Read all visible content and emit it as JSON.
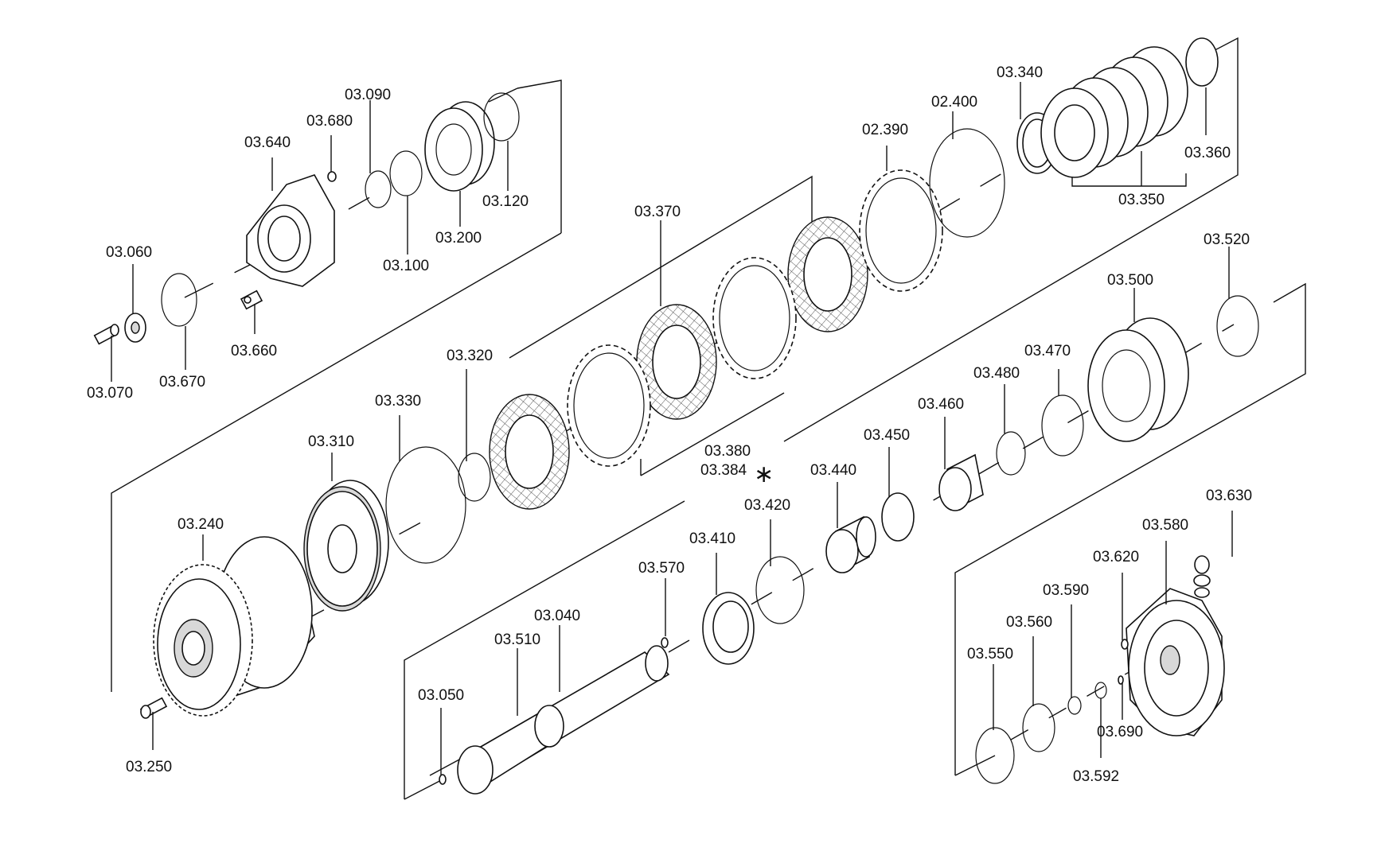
{
  "labels": {
    "l03060": "03.060",
    "l03070": "03.070",
    "l03670": "03.670",
    "l03640": "03.640",
    "l03660": "03.660",
    "l03680": "03.680",
    "l03090": "03.090",
    "l03100": "03.100",
    "l03200": "03.200",
    "l03120": "03.120",
    "l03370": "03.370",
    "l02390": "02.390",
    "l02400": "02.400",
    "l03340": "03.340",
    "l03350": "03.350",
    "l03360": "03.360",
    "l03320": "03.320",
    "l03330": "03.330",
    "l03310": "03.310",
    "l03240": "03.240",
    "l03250": "03.250",
    "l03380": "03.380",
    "l03384": "03.384",
    "l03520": "03.520",
    "l03500": "03.500",
    "l03470": "03.470",
    "l03480": "03.480",
    "l03460": "03.460",
    "l03450": "03.450",
    "l03440": "03.440",
    "l03420": "03.420",
    "l03410": "03.410",
    "l03570": "03.570",
    "l03040": "03.040",
    "l03510": "03.510",
    "l03050": "03.050",
    "l03630": "03.630",
    "l03580": "03.580",
    "l03620": "03.620",
    "l03590": "03.590",
    "l03560": "03.560",
    "l03550": "03.550",
    "l03690": "03.690",
    "l03592": "03.592"
  },
  "marker": "∗",
  "colors": {
    "line": "#111111",
    "background": "#ffffff",
    "shade": "#d8d8d8"
  }
}
